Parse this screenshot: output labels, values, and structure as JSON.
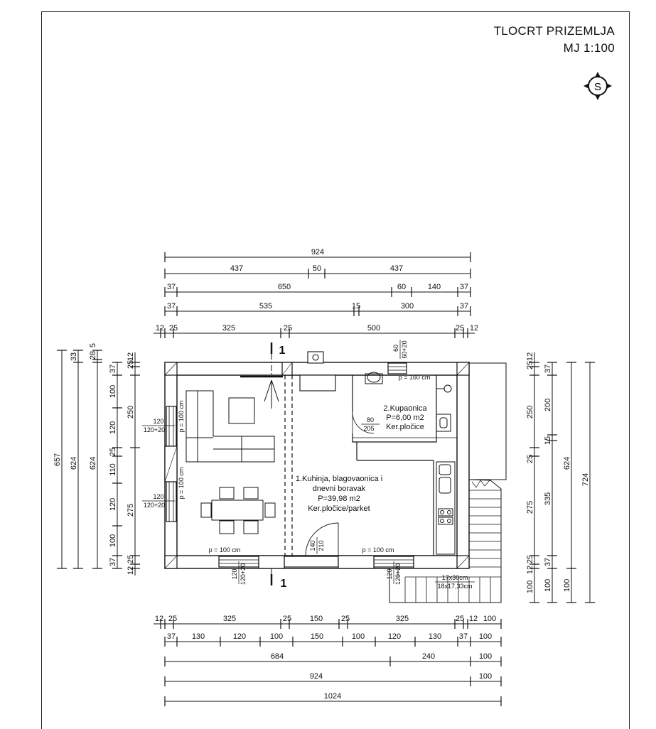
{
  "title": {
    "main": "TLOCRT PRIZEMLJA",
    "scale": "MJ 1:100"
  },
  "north": {
    "letter": "S",
    "icon": "north-arrow-icon"
  },
  "section_marker": {
    "top": "1",
    "bottom": "1"
  },
  "rooms": [
    {
      "name": "1.Kuhinja, blagovaonica i",
      "name2": "dnevni boravak",
      "area": "P=39,98 m2",
      "floor": "Ker.pločice/parket"
    },
    {
      "name": "2.Kupaonica",
      "area": "P=6,00 m2",
      "floor": "Ker.pločice"
    }
  ],
  "dims_top": {
    "row1": [
      "924"
    ],
    "row2": [
      "437",
      "50",
      "437"
    ],
    "row3": [
      "37",
      "650",
      "60",
      "140",
      "37"
    ],
    "row4": [
      "37",
      "535",
      "15",
      "300",
      "37"
    ],
    "row5": [
      "12",
      "25",
      "325",
      "25",
      "500",
      "25",
      "12"
    ]
  },
  "dims_bottom": {
    "row1": [
      "12",
      "25",
      "325",
      "25",
      "150",
      "25",
      "325",
      "25",
      "12",
      "100"
    ],
    "row2": [
      "37",
      "130",
      "120",
      "100",
      "150",
      "100",
      "120",
      "130",
      "37",
      "100"
    ],
    "row3": [
      "684",
      "240",
      "100"
    ],
    "row4": [
      "924",
      "100"
    ],
    "row5": [
      "1024"
    ]
  },
  "dims_left": {
    "col1": [
      "657"
    ],
    "col2": [
      "33",
      "624"
    ],
    "col3": [
      "28",
      "5",
      "624"
    ],
    "col4": [
      "37",
      "100",
      "120",
      "25",
      "110",
      "120",
      "100",
      "37"
    ],
    "col5": [
      "25",
      "12",
      "250",
      "275",
      "25",
      "12"
    ]
  },
  "dims_right": {
    "col1": [
      "25",
      "12",
      "250",
      "25",
      "275",
      "25",
      "12",
      "100"
    ],
    "col2": [
      "37",
      "200",
      "15",
      "335",
      "37",
      "100"
    ],
    "col3": [
      "624",
      "100"
    ],
    "col4": [
      "724"
    ]
  },
  "openings": {
    "window_left_top": {
      "width": "120",
      "height": "120+20",
      "sill": "p = 100 cm"
    },
    "window_left_bottom": {
      "width": "120",
      "height": "120+20",
      "sill": "p = 100 cm"
    },
    "window_bottom_left": {
      "width": "120",
      "height": "120+20",
      "sill": "p = 100 cm"
    },
    "window_bottom_right": {
      "width": "120",
      "height": "120+20",
      "sill": "p = 100 cm"
    },
    "window_bath": {
      "width": "60",
      "height": "60+20",
      "sill": "p = 160 cm"
    },
    "door_bath": {
      "width": "80",
      "height": "205"
    },
    "door_entry": {
      "width": "140",
      "height": "210"
    }
  },
  "stairs": {
    "line1": "17x30cm",
    "line2": "18x17,33cm"
  }
}
